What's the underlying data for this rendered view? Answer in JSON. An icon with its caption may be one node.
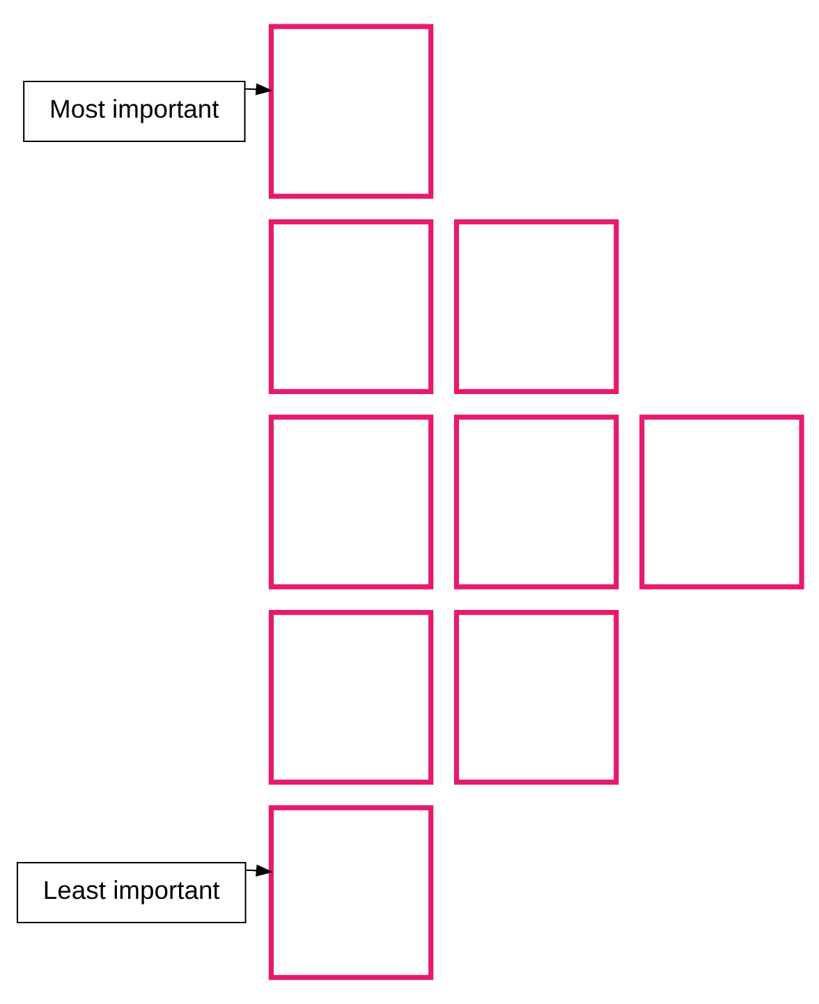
{
  "diagram": {
    "nodes": [
      {
        "text": [
          "Most important"
        ]
      },
      {
        "text": [],
        "shape": "box"
      },
      {
        "text": [],
        "shape": "box"
      },
      {
        "text": [],
        "shape": "box"
      },
      {
        "text": [],
        "shape": "box"
      },
      {
        "text": [],
        "shape": "box"
      },
      {
        "text": [],
        "shape": "box"
      },
      {
        "text": [],
        "shape": "box"
      },
      {
        "text": [],
        "shape": "box"
      },
      {
        "text": [],
        "shape": "box"
      },
      {
        "text": [
          "Least important"
        ]
      }
    ],
    "edges": [
      {
        "from": 0,
        "to": 1,
        "arrow": "to"
      },
      {
        "from": 10,
        "to": 9,
        "arrow": "to"
      }
    ]
  }
}
